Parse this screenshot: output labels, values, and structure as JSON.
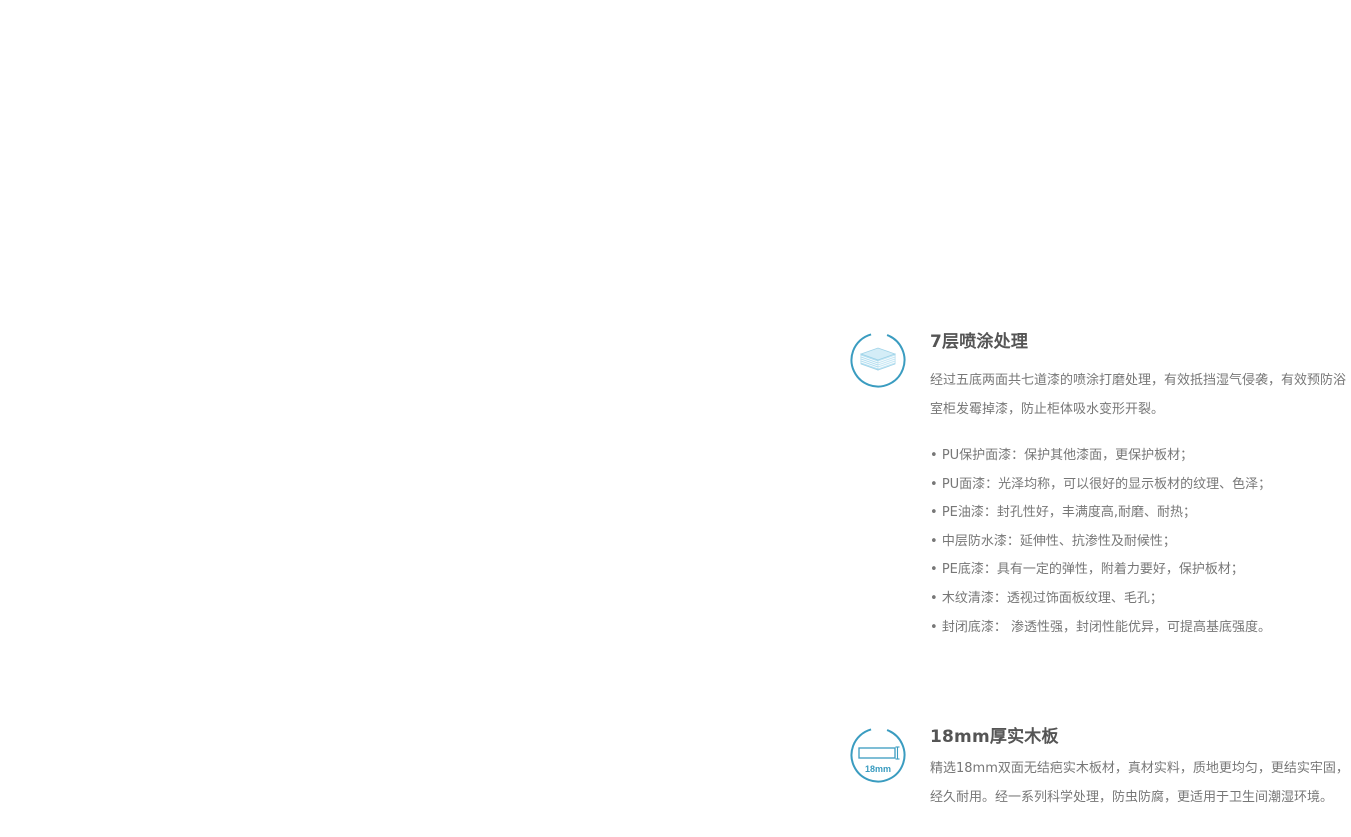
{
  "features": {
    "spray": {
      "icon": "layers-icon",
      "title": "7层喷涂处理",
      "description": "经过五底两面共七道漆的喷涂打磨处理，有效抵挡湿气侵袭，有效预防浴室柜发霉掉漆，防止柜体吸水变形开裂。",
      "layers": [
        "PU保护面漆：保护其他漆面，更保护板材；",
        "PU面漆：光泽均称，可以很好的显示板材的纹理、色泽；",
        "PE油漆：封孔性好，丰满度高,耐磨、耐热；",
        "中层防水漆：延伸性、抗渗性及耐候性；",
        "PE底漆：具有一定的弹性，附着力要好，保护板材；",
        "木纹清漆：透视过饰面板纹理、毛孔；",
        "封闭底漆： 渗透性强，封闭性能优异，可提高基底强度。"
      ]
    },
    "board": {
      "icon": "board-thickness-icon",
      "icon_label": "18mm",
      "title": "18mm厚实木板",
      "description": "精选18mm双面无结疤实木板材，真材实料，质地更均匀，更结实牢固，经久耐用。经一系列科学处理，防虫防腐，更适用于卫生间潮湿环境。"
    }
  },
  "colors": {
    "icon_accent": "#3a9cc0",
    "icon_light": "#9fd3e8",
    "title": "#555555",
    "text": "#777777"
  }
}
